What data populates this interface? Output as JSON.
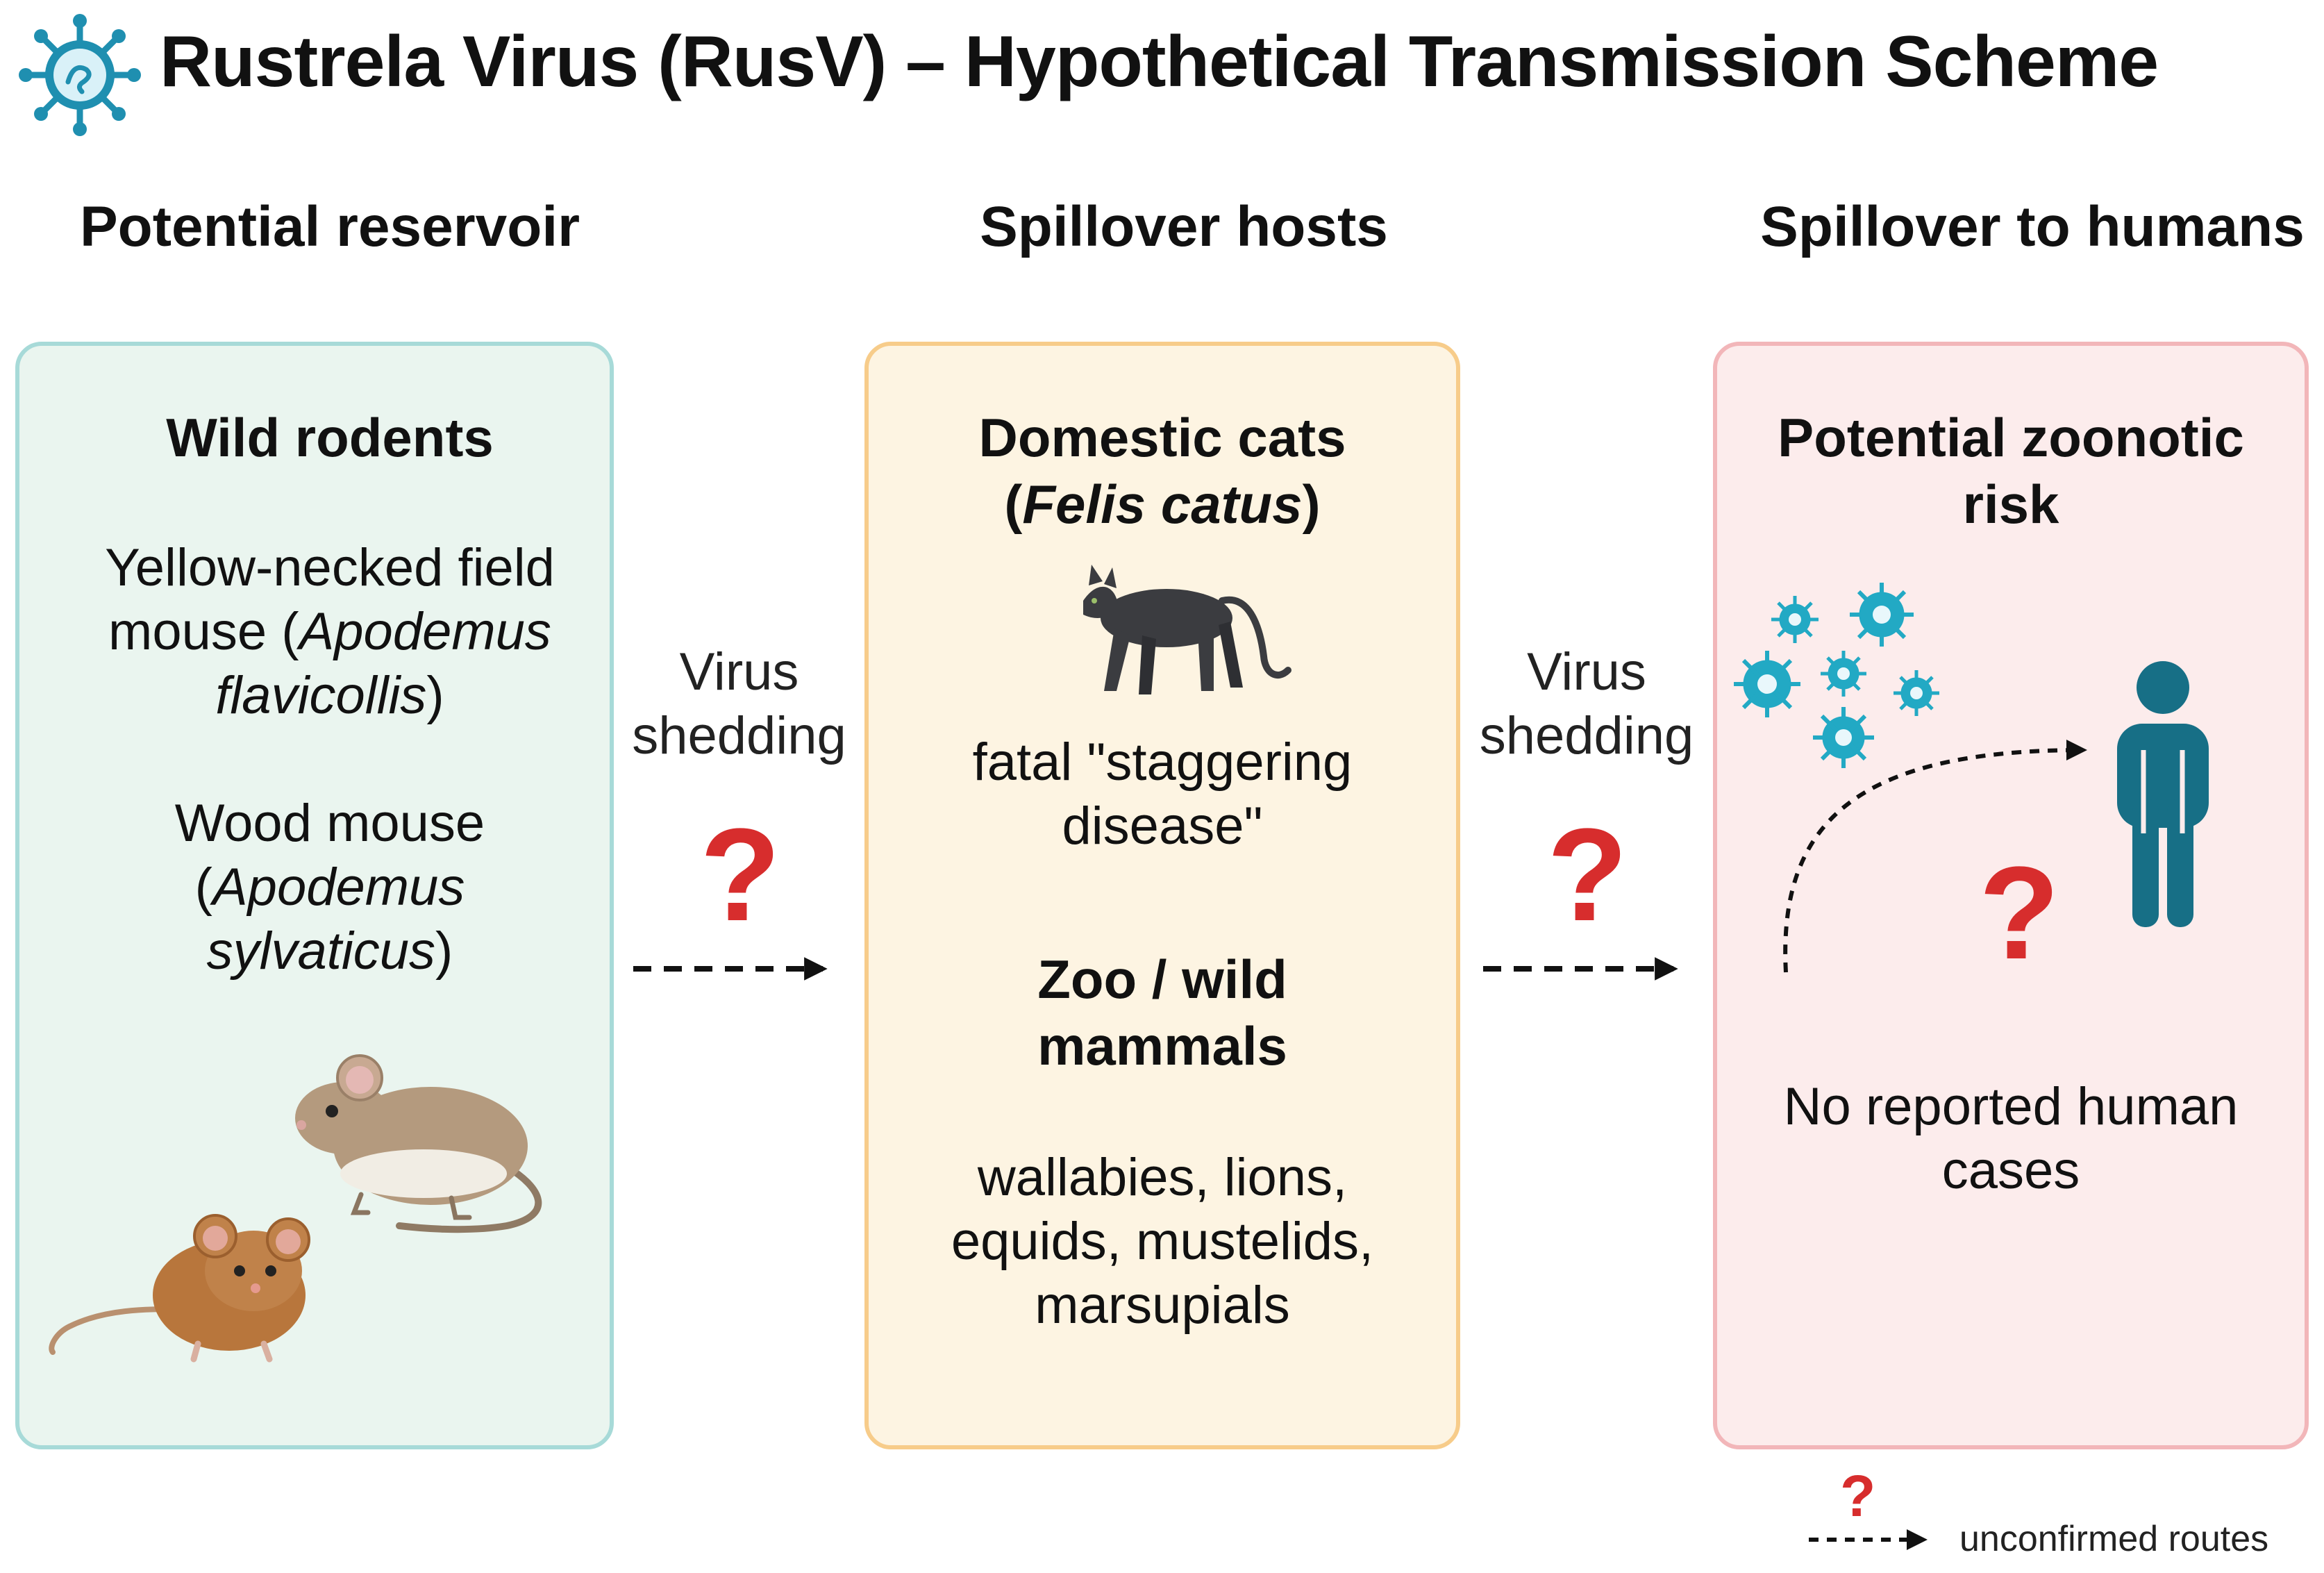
{
  "title": "Rustrela Virus (RusV) – Hypothetical Transmission Scheme",
  "columns": {
    "reservoir": {
      "heading": "Potential reservoir",
      "box_title": "Wild rodents",
      "species1_line1": "Yellow-necked field",
      "species1_line2_plain": "mouse (",
      "species1_line2_italic": "Apodemus",
      "species1_line3_italic": "flavicollis",
      "species1_line3_close": ")",
      "species2_line1": "Wood mouse",
      "species2_line2_open": "(",
      "species2_line2_italic": "Apodemus",
      "species2_line3_italic": "sylvaticus",
      "species2_line3_close": ")"
    },
    "spillover_hosts": {
      "heading": "Spillover hosts",
      "cats_title": "Domestic cats",
      "cats_latin_open": "(",
      "cats_latin_italic": "Felis catus",
      "cats_latin_close": ")",
      "cats_disease_line1": "fatal \"staggering",
      "cats_disease_line2": "disease\"",
      "zoo_title_line1": "Zoo / wild",
      "zoo_title_line2": "mammals",
      "zoo_list_line1": "wallabies, lions,",
      "zoo_list_line2": "equids, mustelids,",
      "zoo_list_line3": "marsupials"
    },
    "humans": {
      "heading": "Spillover to humans",
      "box_title_line1": "Potential zoonotic",
      "box_title_line2": "risk",
      "note_line1": "No reported human",
      "note_line2": "cases"
    }
  },
  "arrows": {
    "label_line1": "Virus",
    "label_line2": "shedding",
    "question_mark": "?"
  },
  "legend": {
    "question_mark": "?",
    "text": "unconfirmed routes"
  },
  "colors": {
    "reservoir_fill": "#eaf5ef",
    "reservoir_border": "#a7dad8",
    "hosts_fill": "#fdf4e2",
    "hosts_border": "#f7cc8a",
    "humans_fill": "#fcecec",
    "humans_border": "#f2b6b9",
    "question_red": "#d72d2d",
    "virus_cyan": "#22a9c4",
    "human_teal": "#176f86"
  }
}
